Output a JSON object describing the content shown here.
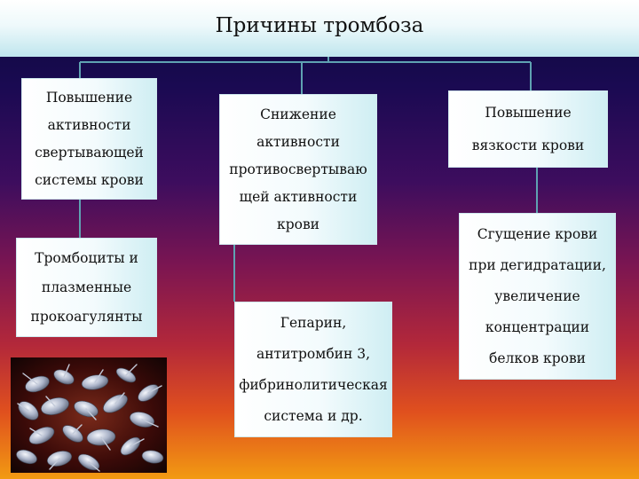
{
  "title": "Причины тромбоза",
  "boxes": {
    "b1": [
      "Повышение",
      "активности",
      "свертывающей",
      "системы крови"
    ],
    "b2": [
      "Снижение",
      "активности",
      "противосвертываю",
      "щей активности",
      "крови"
    ],
    "b3": [
      "Повышение",
      "вязкости крови"
    ],
    "b4": [
      "Тромбоциты и",
      "плазменные",
      "прокоагулянты"
    ],
    "b5": [
      "Гепарин,",
      "антитромбин 3,",
      "фибринолитическая",
      "система и др."
    ],
    "b6": [
      "Сгущение крови",
      "при дегидратации,",
      "увеличение",
      "концентрации",
      "белков крови"
    ]
  },
  "colors": {
    "connector": "#5fa2b2",
    "box_fill": "#eef9fb"
  }
}
